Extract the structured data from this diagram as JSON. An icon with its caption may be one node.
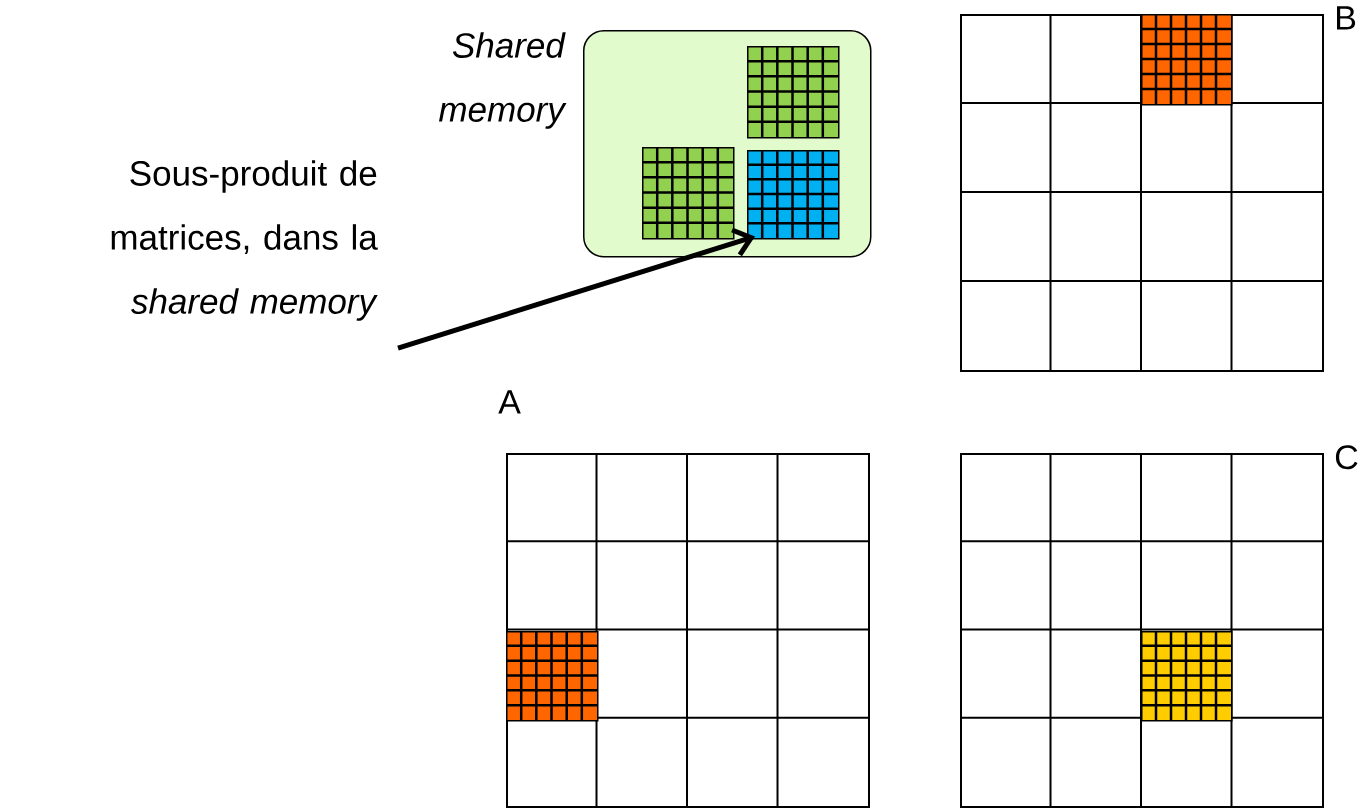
{
  "diagram": {
    "nodes": [
      {
        "text": [
          "Sous-produit de matrices, dans la *shared memory*"
        ]
      },
      {
        "text": [
          "Shared memory"
        ]
      },
      {
        "text": [],
        "shape": "box",
        "in": 1
      },
      {
        "text": [],
        "shape": "box",
        "in": 1
      },
      {
        "text": [],
        "shape": "box",
        "in": 1
      },
      {
        "text": [
          "B"
        ]
      },
      {
        "text": [],
        "shape": "box",
        "in": 5
      },
      {
        "text": [
          "A"
        ]
      },
      {
        "text": [],
        "shape": "box",
        "in": 7
      },
      {
        "text": [
          "C"
        ]
      },
      {
        "text": [],
        "shape": "box",
        "in": 9
      }
    ],
    "edges": [
      {
        "from": 0,
        "to": 4,
        "arrow": "to"
      }
    ]
  }
}
